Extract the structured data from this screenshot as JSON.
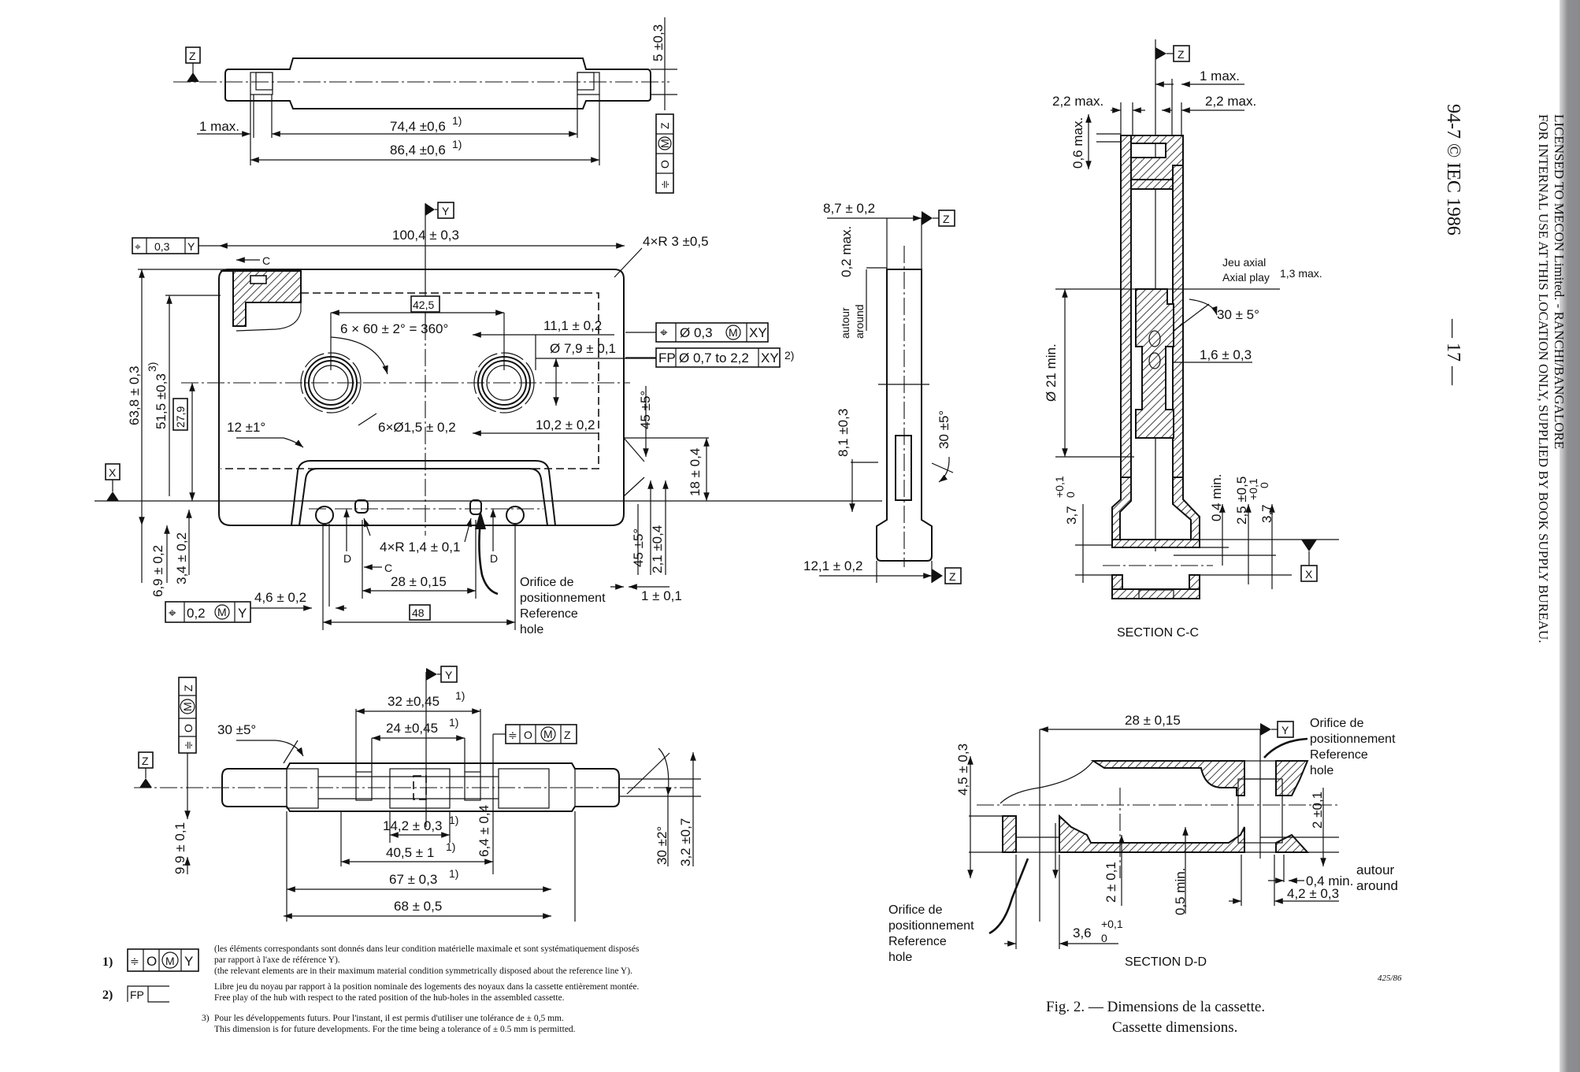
{
  "figure": {
    "caption_fr": "Fig. 2. — Dimensions de la cassette.",
    "caption_en": "Cassette dimensions.",
    "drawing_number": "425/86",
    "page_number": "— 17 —",
    "standard": "94-7 © IEC 1986",
    "license_line_1": "LICENSED TO MECON Limited. - RANCHI/BANGALORE",
    "license_line_2": "FOR INTERNAL USE AT THIS LOCATION ONLY, SUPPLIED BY BOOK SUPPLY BUREAU."
  },
  "datums": {
    "x": "X",
    "y": "Y",
    "z": "Z"
  },
  "top_view": {
    "one_max": "1 max.",
    "dim_74_4": "74,4 ±0,6",
    "dim_86_4": "86,4 ±0,6",
    "note_ref": "1)",
    "dim_5": "5 ±0,3",
    "frame": [
      "≑",
      "O",
      "M",
      "Z"
    ]
  },
  "front_view": {
    "frame_flatness": {
      "symbol": "⌖",
      "value": "0,3",
      "datum": "Y"
    },
    "width": "100,4 ± 0,3",
    "corner_radius": "4×R 3 ±0,5",
    "section_c": "C",
    "dim_42_5": "42,5",
    "angle_hubs": "6 × 60 ± 2° = 360°",
    "dim_11_1": "11,1 ± 0,2",
    "dia_7_9": "Ø 7,9 ± 0,1",
    "frame_position": {
      "symbol": "⌖",
      "value": "Ø 0,3",
      "mod": "M",
      "datum": "XY"
    },
    "frame_fp": {
      "symbol": "FP",
      "value": "Ø 0,7 to 2,2",
      "datum": "XY",
      "note": "2)"
    },
    "angle_45_top": "45 ±5°",
    "dim_63_8": "63,8 ± 0,3",
    "dim_51_5": "51,5 ±0,3",
    "note_3": "3)",
    "dim_27_9": "27,9",
    "angle_12": "12 ±1°",
    "holes": "6×Ø1,5 ± 0,2",
    "dim_10_2": "10,2 ± 0,2",
    "dim_18": "18 ± 0,4",
    "dim_6_9": "6,9 ± 0,2",
    "dim_3_4": "3,4 ± 0,2",
    "radius_4x": "4×R 1,4 ± 0,1",
    "section_d": "D",
    "dim_28": "28 ± 0,15",
    "angle_45_bot": "45 ±5°",
    "dim_2_1": "2,1 ±0,4",
    "dim_1": "1 ± 0,1",
    "frame_hole": {
      "symbol": "⌖",
      "value": "0,2",
      "mod": "M",
      "datum": "Y"
    },
    "dim_4_6": "4,6 ± 0,2",
    "dim_48": "48",
    "ref_hole": [
      "Orifice de",
      "positionnement",
      "Reference",
      "hole"
    ]
  },
  "side_view": {
    "dim_8_7": "8,7 ± 0,2",
    "dim_0_2": "0,2 max.",
    "around": [
      "autour",
      "around"
    ],
    "dim_8_1": "8,1 ±0,3",
    "angle_30": "30 ±5°",
    "dim_12_1": "12,1 ± 0,2"
  },
  "bottom_view": {
    "frame_vert": [
      "Z",
      "M",
      "O",
      "≑"
    ],
    "angle_30": "30 ±5°",
    "dim_32": "32 ±0,45",
    "dim_24": "24 ±0,45",
    "frame": [
      "≑",
      "O",
      "M",
      "Z"
    ],
    "dim_14_2": "14,2 ± 0,3",
    "dim_40_5": "40,5 ± 1",
    "dim_67": "67 ± 0,3",
    "dim_68": "68 ± 0,5",
    "dim_9_9": "9,9 ± 0,1",
    "dim_6_4": "6,4 ± 0,4",
    "angle_30_2": "30 ±2°",
    "dim_3_2": "3,2 ±0,7",
    "note_ref": "1)"
  },
  "section_cc": {
    "title": "SECTION C-C",
    "one_max": "1 max.",
    "left_2_2": "2,2 max.",
    "right_2_2": "2,2 max.",
    "dim_0_6": "0,6 max.",
    "axial_fr": "Jeu axial",
    "axial_en": "Axial play",
    "axial_val": "1,3 max.",
    "angle_30": "30 ± 5°",
    "dim_1_6": "1,6 ± 0,3",
    "dia_21": "Ø 21 min.",
    "dim_3_7_left": "3,7",
    "tol_plus": "+0,1",
    "tol_zero": "0",
    "dim_0_4": "0,4 min.",
    "dim_2_5": "2,5 ±0,5",
    "dim_3_7_right": "3,7"
  },
  "section_dd": {
    "title": "SECTION D-D",
    "dim_28": "28 ± 0,15",
    "dim_4_5": "4,5 ± 0,3",
    "dim_2_right": "2 ±0,1",
    "dim_2_mid": "2 ± 0,1",
    "dim_0_5": "0,5 min.",
    "dim_3_6": "3,6",
    "tol_plus": "+0,1",
    "tol_zero": "0",
    "dim_0_4": "0,4 min.",
    "around": [
      "autour",
      "around"
    ],
    "dim_4_2": "4,2 ± 0,3",
    "ref_hole_right": [
      "Orifice de",
      "positionnement",
      "Reference",
      "hole"
    ],
    "ref_hole_left": [
      "Orifice de",
      "positionnement",
      "Reference",
      "hole"
    ]
  },
  "footnotes": [
    {
      "num": "1)",
      "frame": [
        "≑",
        "O",
        "M",
        "Y"
      ],
      "lines": [
        "(les éléments correspondants sont donnés dans leur condition matérielle maximale et sont systématiquement disposés",
        "par rapport à l'axe de référence Y).",
        "(the relevant elements are in their maximum material condition symmetrically disposed about the reference line Y)."
      ]
    },
    {
      "num": "2)",
      "frame": [
        "FP",
        ""
      ],
      "lines": [
        "Libre jeu du noyau par rapport à la position nominale des logements des noyaux dans la cassette entièrement montée.",
        "Free play of the hub with respect to the rated position of the hub-holes in the assembled cassette."
      ]
    },
    {
      "num": "3)",
      "lines": [
        "Pour les développements futurs. Pour l'instant, il est permis d'utiliser une tolérance de ± 0,5 mm.",
        "This dimension is for future developments. For the time being a tolerance of ± 0.5 mm is permitted."
      ]
    }
  ]
}
